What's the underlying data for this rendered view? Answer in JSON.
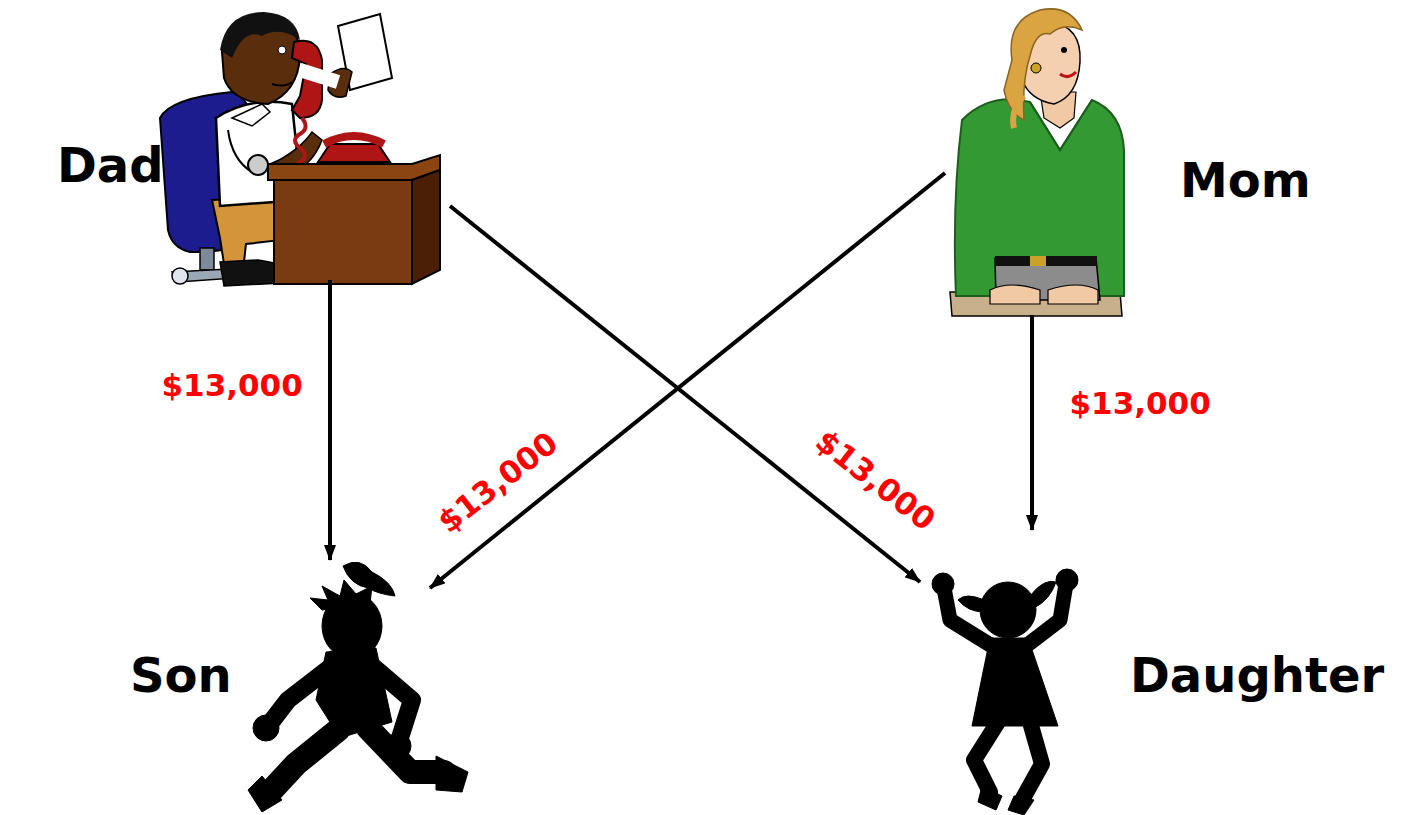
{
  "diagram": {
    "nodes": [
      {
        "text": [
          "Dad"
        ]
      },
      {
        "text": [
          "Mom"
        ]
      },
      {
        "text": [
          "Son"
        ]
      },
      {
        "text": [
          "Daughter"
        ]
      }
    ],
    "edges": [
      {
        "from": 0,
        "to": 2,
        "arrow": "to",
        "label": "$13,000"
      },
      {
        "from": 1,
        "to": 2,
        "arrow": "to",
        "label": "$13,000"
      },
      {
        "from": 0,
        "to": 3,
        "arrow": "to",
        "label": "$13,000"
      },
      {
        "from": 1,
        "to": 3,
        "arrow": "to",
        "label": "$13,000"
      }
    ]
  }
}
